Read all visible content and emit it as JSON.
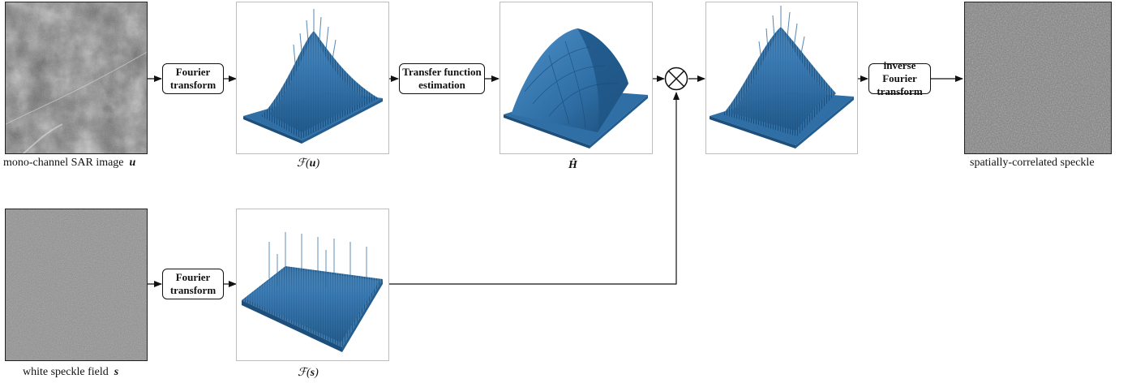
{
  "boxes": {
    "fourier_top": "Fourier transform",
    "transfer": "Transfer function estimation",
    "inverse": "inverse Fourier transform",
    "fourier_bottom": "Fourier transform"
  },
  "captions": {
    "sar_text": "mono-channel SAR image",
    "sar_symbol": "u",
    "fu_prefix": "ℱ(",
    "fu_symbol": "u",
    "fu_suffix": ")",
    "h_symbol": "Ĥ",
    "speckle_out": "spatially-correlated speckle",
    "white_text": "white speckle field",
    "white_symbol": "s",
    "fs_prefix": "ℱ(",
    "fs_symbol": "s",
    "fs_suffix": ")"
  },
  "operator": "⊗",
  "colors": {
    "surface": "#2f6fa6",
    "surface_dark": "#1d4f7c",
    "surface_light": "#6aa4d6"
  },
  "icons": [
    "multiply-circle-icon",
    "arrow-icon"
  ]
}
